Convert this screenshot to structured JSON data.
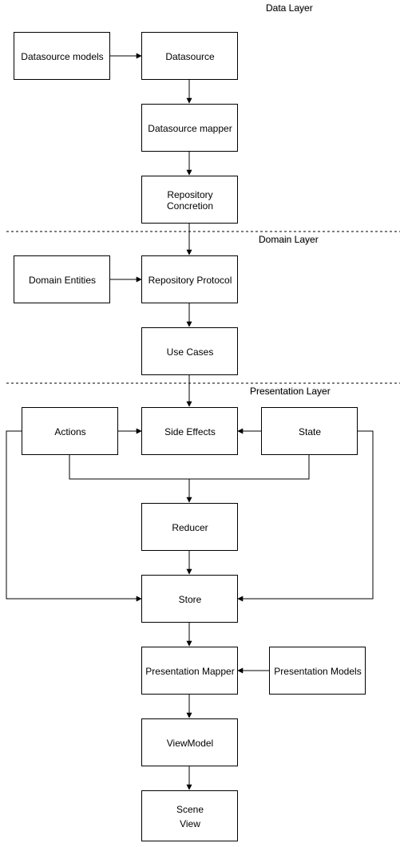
{
  "layers": {
    "data": "Data Layer",
    "domain": "Domain Layer",
    "presentation": "Presentation Layer"
  },
  "nodes": {
    "datasource_models": "Datasource models",
    "datasource": "Datasource",
    "datasource_mapper": "Datasource mapper",
    "repository_concretion": [
      "Repository",
      "Concretion"
    ],
    "domain_entities": "Domain Entities",
    "repository_protocol": "Repository Protocol",
    "use_cases": "Use Cases",
    "actions": "Actions",
    "side_effects": "Side Effects",
    "state": "State",
    "reducer": "Reducer",
    "store": "Store",
    "presentation_mapper": "Presentation Mapper",
    "presentation_models": "Presentation Models",
    "viewmodel": "ViewModel",
    "scene_view": [
      "Scene",
      "View"
    ]
  },
  "colors": {
    "stroke": "#000000",
    "background": "#ffffff"
  }
}
